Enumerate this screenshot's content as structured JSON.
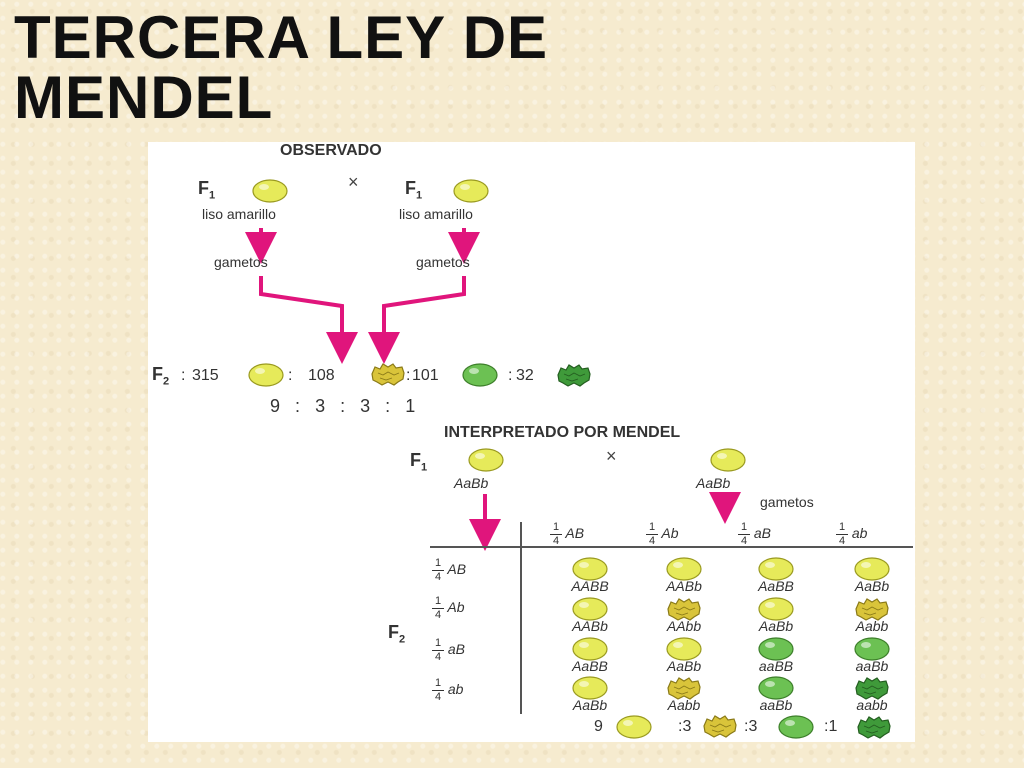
{
  "title": {
    "line1": "TERCERA LEY DE",
    "line2": "MENDEL"
  },
  "observed": {
    "heading": "OBSERVADO",
    "f1_label": "F",
    "f1_sub": "1",
    "parent_text": "liso amarillo",
    "cross": "×",
    "gametes": "gametos",
    "f2_label": "F",
    "f2_sub": "2",
    "counts": [
      "315",
      "108",
      "101",
      "32"
    ],
    "ratio": [
      "9",
      ":",
      "3",
      ":",
      "3",
      ":",
      "1"
    ]
  },
  "interpreted": {
    "heading": "INTERPRETADO POR MENDEL",
    "f1_label": "F",
    "f1_sub": "1",
    "parent_genotype": "AaBb",
    "cross": "×",
    "gametes": "gametos",
    "f2_label": "F",
    "f2_sub": "2",
    "frac_num": "1",
    "frac_den": "4",
    "gamete_types": [
      "AB",
      "Ab",
      "aB",
      "ab"
    ],
    "grid": [
      [
        "AABB",
        "AABb",
        "AaBB",
        "AaBb"
      ],
      [
        "AABb",
        "AAbb",
        "AaBb",
        "Aabb"
      ],
      [
        "AaBB",
        "AaBb",
        "aaBB",
        "aaBb"
      ],
      [
        "AaBb",
        "Aabb",
        "aaBb",
        "aabb"
      ]
    ],
    "grid_types": [
      [
        "yellow-smooth",
        "yellow-smooth",
        "yellow-smooth",
        "yellow-smooth"
      ],
      [
        "yellow-smooth",
        "yellow-wrinkled",
        "yellow-smooth",
        "yellow-wrinkled"
      ],
      [
        "yellow-smooth",
        "yellow-smooth",
        "green-smooth",
        "green-smooth"
      ],
      [
        "yellow-smooth",
        "yellow-wrinkled",
        "green-smooth",
        "green-wrinkled"
      ]
    ],
    "ratio": [
      "9",
      ":3",
      ":3",
      ":1"
    ]
  },
  "colors": {
    "arrow": "#e0157c",
    "yellow_pea": "#e6ea5a",
    "yellow_wrinkled": "#d9c43a",
    "green_pea": "#6cc153",
    "green_wrinkled": "#3f9a3a"
  }
}
